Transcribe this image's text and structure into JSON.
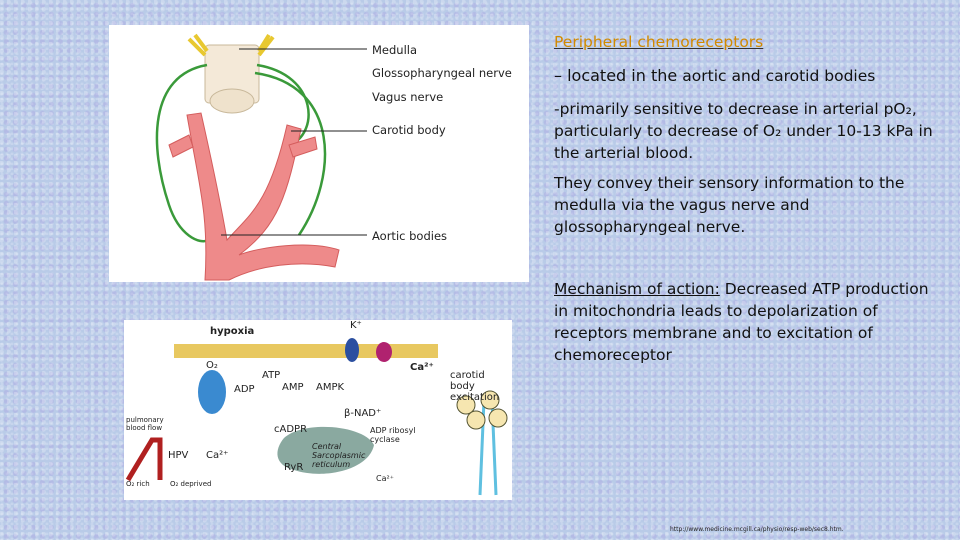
{
  "figure1": {
    "labels": {
      "medulla": "Medulla",
      "glossopharyngeal": "Glossopharyngeal nerve",
      "vagus": "Vagus nerve",
      "carotid": "Carotid body",
      "aortic": "Aortic bodies"
    }
  },
  "figure2": {
    "hypoxia": "hypoxia",
    "k": "K⁺",
    "o2": "O₂",
    "atp": "ATP",
    "adp": "ADP",
    "amp": "AMP",
    "ampk": "AMPK",
    "ca": "Ca²⁺",
    "carotid_excitation": "carotid body excitation",
    "bnad": "β-NAD⁺",
    "cadpr": "cADPR",
    "adp_ribosyl": "ADP ribosyl cyclase",
    "pulmonary": "pulmonary blood flow",
    "hpv": "HPV",
    "ca2": "Ca²⁺",
    "ryr": "RyR",
    "csr": "Central Sarcoplasmic reticulum",
    "ca3": "Ca²⁺",
    "o2_rich": "O₂ rich",
    "o2_deprived": "O₂ deprived"
  },
  "text": {
    "title": "Peripheral chemoreceptors",
    "line1_dash": "– located in the ",
    "line1_rest": "aortic and carotid bodies",
    "para1": "-primarily sensitive to decrease in arterial pO₂, particularly to decrease of O₂ under 10-13 kPa in the arterial blood.",
    "para2": "They convey their sensory information to the medulla via the  vagus nerve and glossopharyngeal nerve.",
    "mech_label": "Mechanism of action:",
    "mech_text": " Decreased  ATP production in mitochondria leads to depolarization of  receptors membrane and to excitation of chemoreceptor"
  },
  "reference": "http://www.medicine.mcgill.ca/physio/resp-web/sec8.htm."
}
